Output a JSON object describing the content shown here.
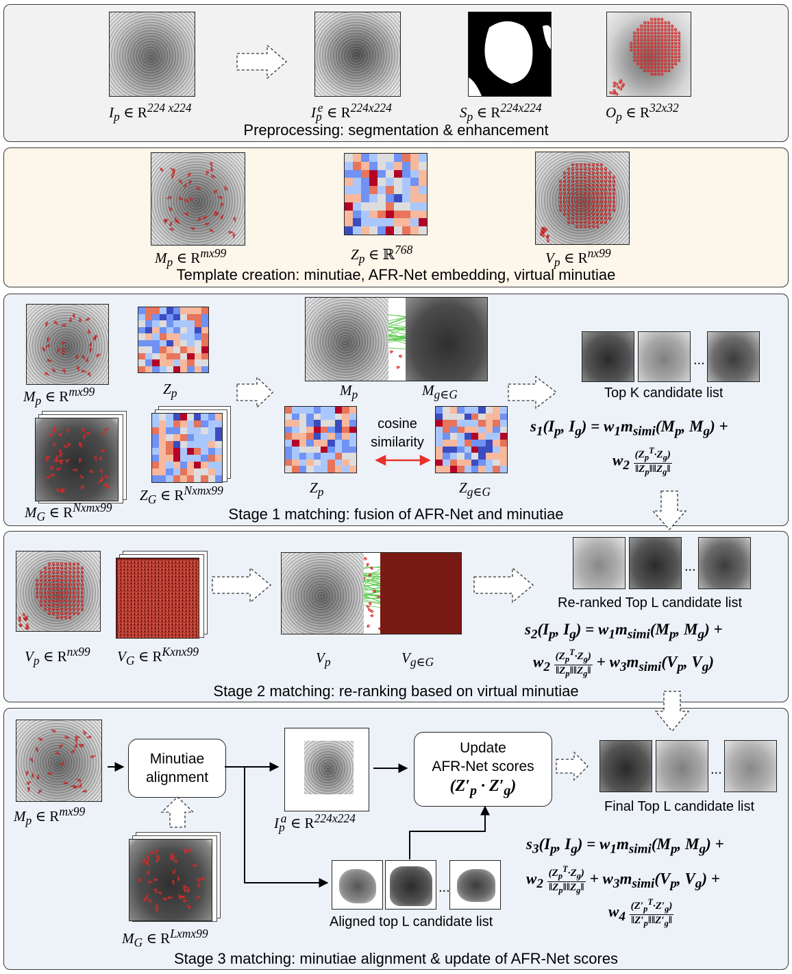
{
  "stages": {
    "preprocessing": {
      "title": "Preprocessing: segmentation & enhancement",
      "labels": {
        "ip": "I",
        "ip_sub": "p",
        "ip_dim": "224 x224",
        "ie": "I",
        "ie_sub": "p",
        "ie_sup": "e",
        "ie_dim": "224x224",
        "sp": "S",
        "sp_sub": "p",
        "sp_dim": "224x224",
        "op": "O",
        "op_sub": "p",
        "op_dim": "32x32"
      }
    },
    "template": {
      "title": "Template creation: minutiae, AFR-Net embedding, virtual minutiae",
      "labels": {
        "mp": "M",
        "mp_sub": "p",
        "mp_dim": "mx99",
        "zp": "Z",
        "zp_sub": "p",
        "zp_dim": "768",
        "vp": "V",
        "vp_sub": "p",
        "vp_dim": "nx99"
      }
    },
    "stage1": {
      "title": "Stage 1 matching: fusion of AFR-Net and minutiae",
      "cosine": "cosine similarity",
      "topk": "Top K candidate list",
      "ellipsis": "...",
      "labels": {
        "mp_dim": "mx99",
        "zp": "Z",
        "zg_dim": "Nxmx99",
        "mg_dim": "Nxmx99",
        "mpair": "M",
        "mgpair_sub": "g∈G",
        "zpair_sub": "g∈G"
      }
    },
    "stage2": {
      "title": "Stage 2 matching: re-ranking based on virtual minutiae",
      "rerank": "Re-ranked Top L candidate list",
      "ellipsis": "...",
      "labels": {
        "vp_dim": "nx99",
        "vg_dim": "Kxnx99",
        "vgpair_sub": "g∈G"
      }
    },
    "stage3": {
      "title": "Stage 3 matching: minutiae alignment & update of AFR-Net scores",
      "alignment": "Minutiae alignment",
      "update_line1": "Update",
      "update_line2": "AFR-Net scores",
      "final": "Final Top L candidate list",
      "aligned": "Aligned top L candidate list",
      "ellipsis": "...",
      "labels": {
        "mp_dim": "mx99",
        "mg_dim": "Lxmx99",
        "ia_sup": "a",
        "ia_dim": "224x224"
      }
    }
  },
  "colors": {
    "panel_gray": "#f2f2f2",
    "panel_beige": "#fdf6ea",
    "panel_blue": "#edf2f9",
    "match_green": "#5cc94e",
    "minutiae_red": "#d42a2a",
    "cosine_arrow": "#e8312a"
  },
  "embedding_palette": [
    "#3b4cc0",
    "#6f92f3",
    "#aac7fd",
    "#dddddd",
    "#f7b89c",
    "#e7745b",
    "#b40426"
  ]
}
